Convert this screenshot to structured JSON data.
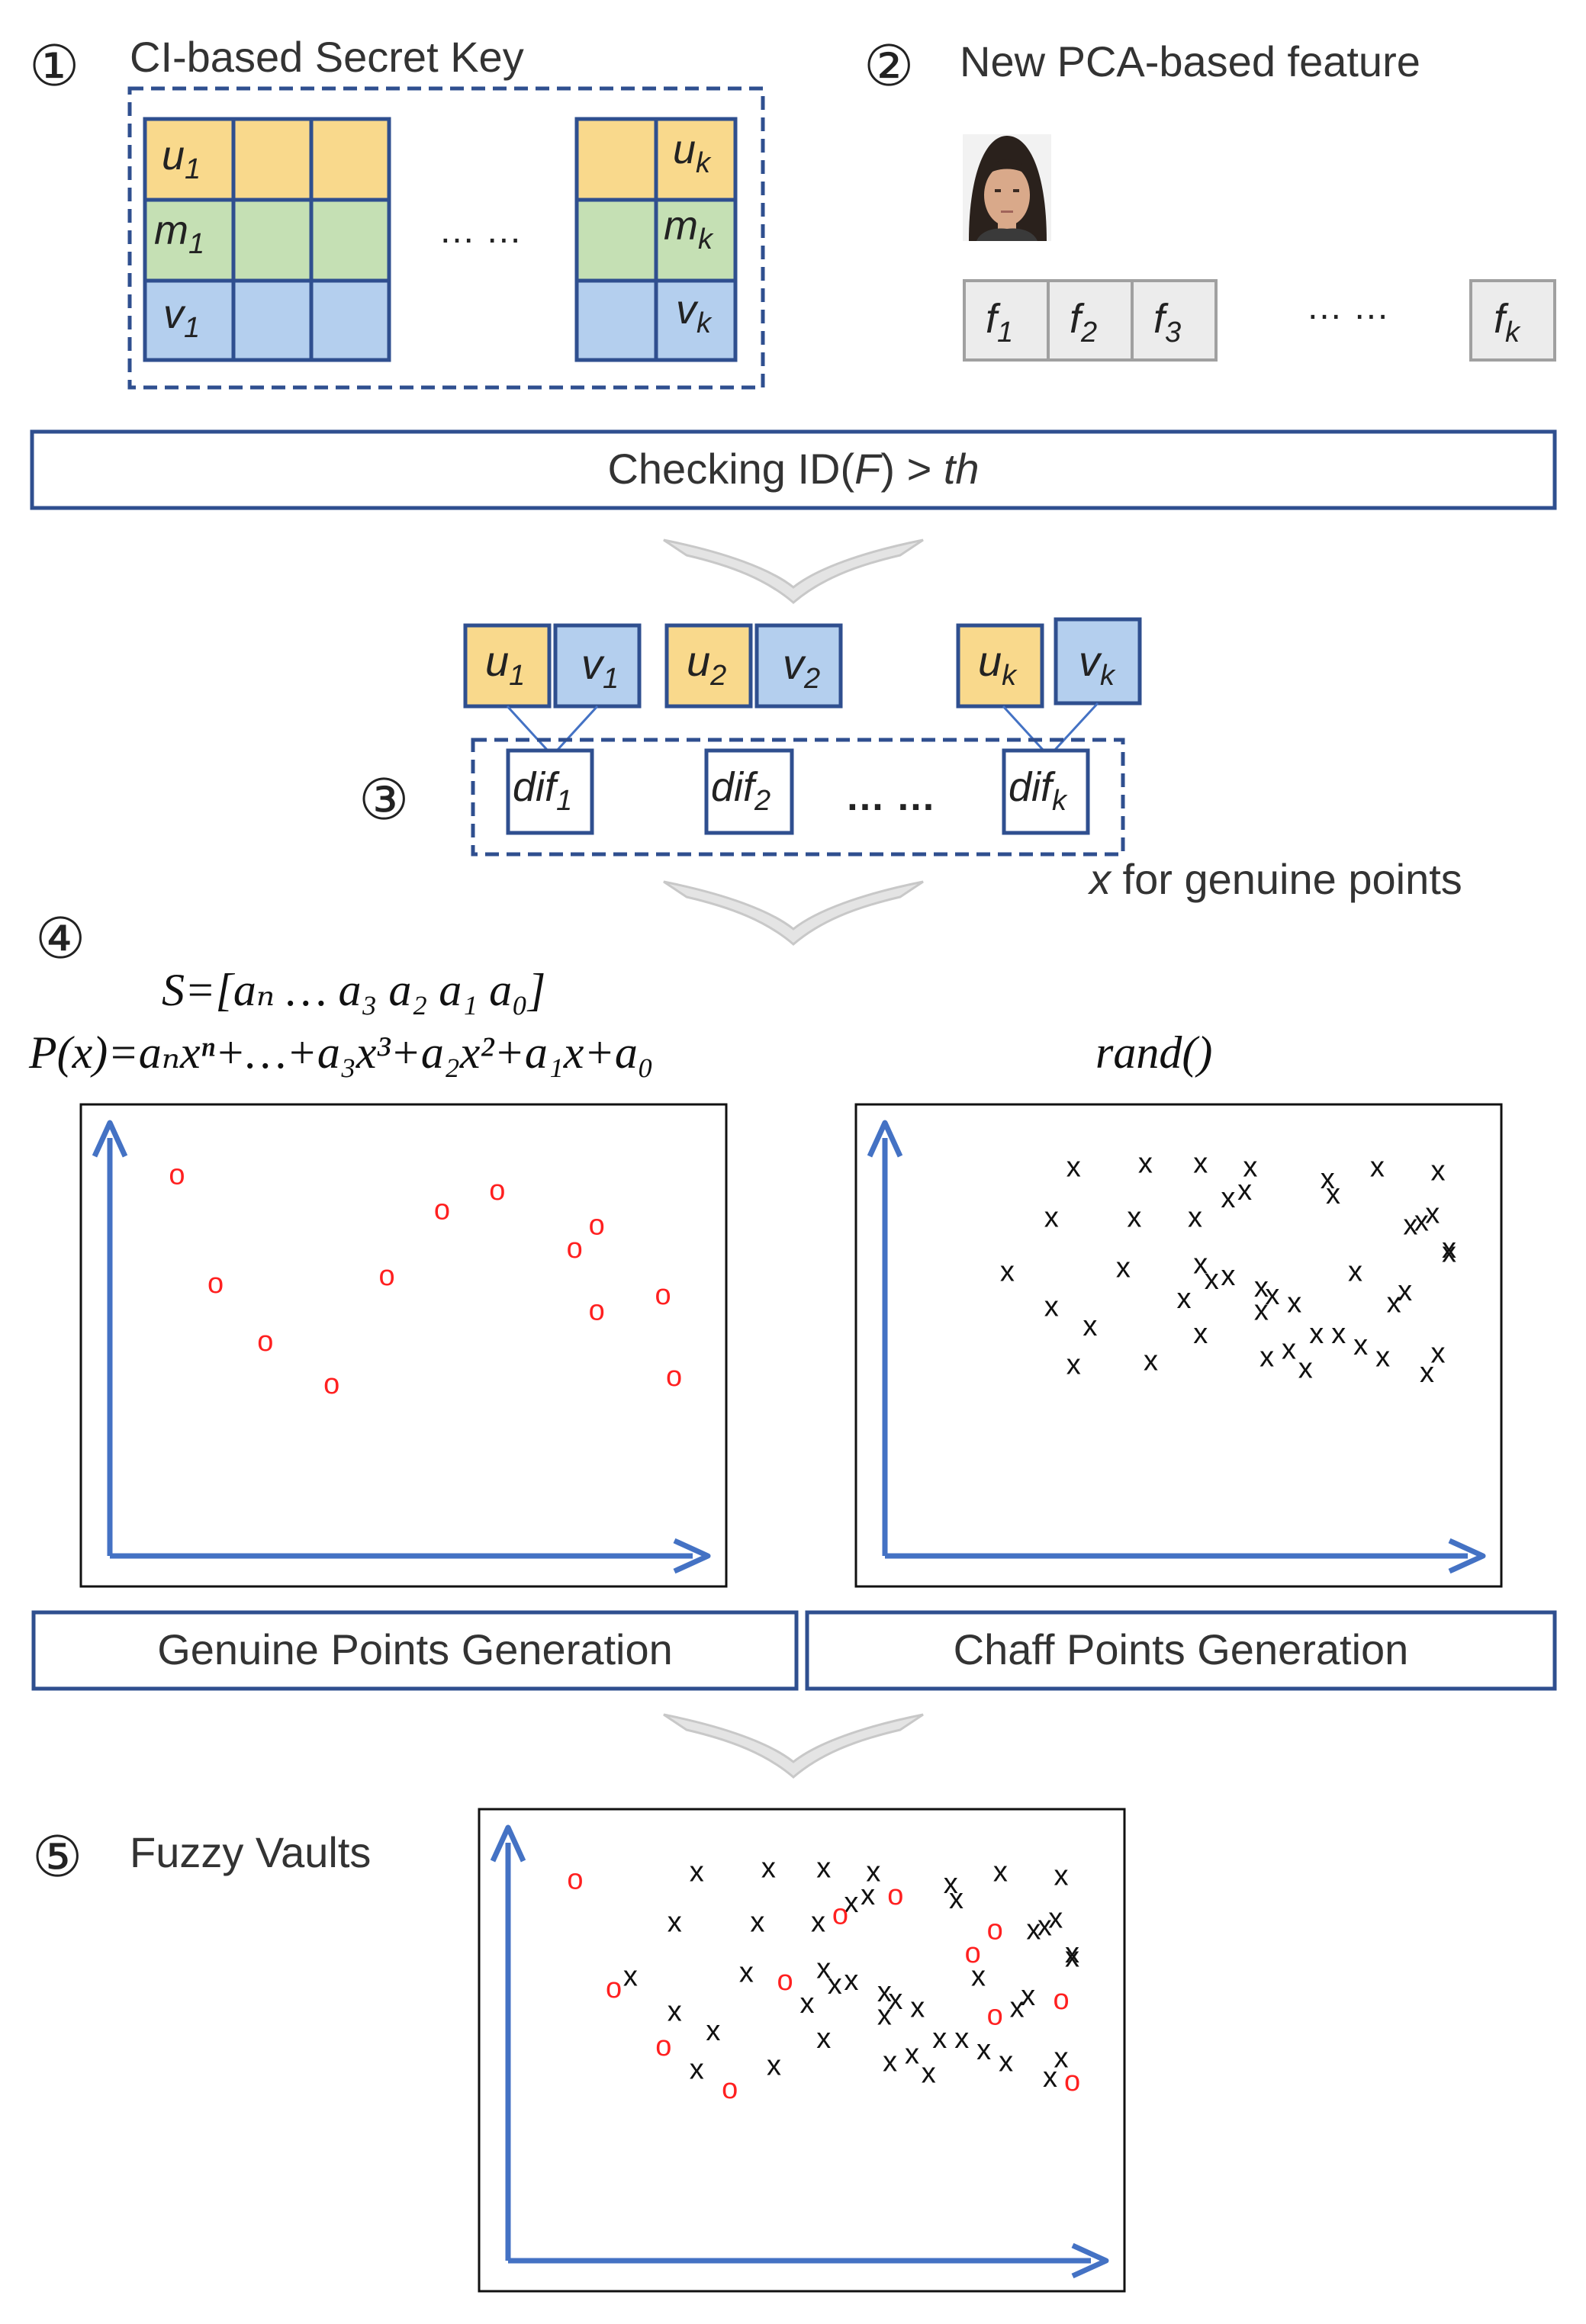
{
  "colors": {
    "frame_blue": "#2f4f8f",
    "axis_blue": "#4472c4",
    "yellow": "#f9d98c",
    "green": "#c5e0b4",
    "blue": "#b4cfee",
    "gray_box": "#ececec",
    "genuine_point": "#ff2020",
    "chaff_point": "#111111",
    "arrow_gray": "#c8c8c8"
  },
  "steps": {
    "s1": {
      "num": "①",
      "title": "CI-based Secret Key"
    },
    "s2": {
      "num": "②",
      "title": "New PCA-based feature"
    },
    "s3": {
      "num": "③"
    },
    "s4": {
      "num": "④"
    },
    "s5": {
      "num": "⑤",
      "title": "Fuzzy Vaults"
    }
  },
  "secret_key": {
    "first": {
      "u": "u",
      "u_sub": "1",
      "m": "m",
      "m_sub": "1",
      "v": "v",
      "v_sub": "1"
    },
    "last": {
      "u": "u",
      "u_sub": "k",
      "m": "m",
      "m_sub": "k",
      "v": "v",
      "v_sub": "k"
    },
    "ellipsis": "… …"
  },
  "feature": {
    "face_icon": "face-photo-icon",
    "cells": [
      {
        "base": "f",
        "sub": "1"
      },
      {
        "base": "f",
        "sub": "2"
      },
      {
        "base": "f",
        "sub": "3"
      }
    ],
    "ellipsis": "… …",
    "last": {
      "base": "f",
      "sub": "k"
    }
  },
  "checking": {
    "prefix": "Checking ID(",
    "var": "F",
    "middle": ") > ",
    "suffix": "th"
  },
  "pairs": [
    {
      "u": "u",
      "u_sub": "1",
      "v": "v",
      "v_sub": "1"
    },
    {
      "u": "u",
      "u_sub": "2",
      "v": "v",
      "v_sub": "2"
    },
    {
      "u": "u",
      "u_sub": "k",
      "v": "v",
      "v_sub": "k"
    }
  ],
  "difs": [
    {
      "base": "dif",
      "sub": "1"
    },
    {
      "base": "dif",
      "sub": "2"
    },
    {
      "base": "dif",
      "sub": "k"
    }
  ],
  "dif_ellipsis": "… …",
  "genuine_note": {
    "var": "x",
    "text": " for genuine points"
  },
  "formula": {
    "s_line": "S=[aₙ … a₃ a₂ a₁ a₀]",
    "p_line": "P(x)=aₙxⁿ+…+a₃x³+a₂x²+a₁x+a₀",
    "rand": "rand()"
  },
  "labels": {
    "genuine": "Genuine Points Generation",
    "chaff": "Chaff Points Generation"
  },
  "plots": {
    "genuine_marker": "o",
    "chaff_marker": "x",
    "genuine_points": [
      [
        0.08,
        0.92
      ],
      [
        0.15,
        0.64
      ],
      [
        0.24,
        0.49
      ],
      [
        0.36,
        0.38
      ],
      [
        0.46,
        0.66
      ],
      [
        0.56,
        0.83
      ],
      [
        0.66,
        0.88
      ],
      [
        0.8,
        0.73
      ],
      [
        0.84,
        0.79
      ],
      [
        0.96,
        0.61
      ],
      [
        0.84,
        0.57
      ],
      [
        0.98,
        0.4
      ]
    ],
    "chaff_points": [
      [
        0.18,
        0.67
      ],
      [
        0.26,
        0.58
      ],
      [
        0.3,
        0.43
      ],
      [
        0.33,
        0.53
      ],
      [
        0.41,
        0.81
      ],
      [
        0.5,
        0.6
      ],
      [
        0.52,
        0.81
      ],
      [
        0.53,
        0.51
      ],
      [
        0.55,
        0.65
      ],
      [
        0.58,
        0.66
      ],
      [
        0.61,
        0.88
      ],
      [
        0.64,
        0.57
      ],
      [
        0.64,
        0.63
      ],
      [
        0.65,
        0.45
      ],
      [
        0.66,
        0.61
      ],
      [
        0.69,
        0.47
      ],
      [
        0.72,
        0.42
      ],
      [
        0.74,
        0.51
      ],
      [
        0.77,
        0.87
      ],
      [
        0.81,
        0.67
      ],
      [
        0.86,
        0.45
      ],
      [
        0.9,
        0.62
      ],
      [
        0.91,
        0.79
      ],
      [
        0.93,
        0.8
      ],
      [
        0.95,
        0.82
      ],
      [
        0.96,
        0.93
      ],
      [
        0.94,
        0.41
      ],
      [
        0.96,
        0.46
      ],
      [
        0.98,
        0.72
      ],
      [
        0.98,
        0.73
      ],
      [
        0.3,
        0.94
      ],
      [
        0.39,
        0.68
      ],
      [
        0.44,
        0.44
      ],
      [
        0.53,
        0.69
      ],
      [
        0.53,
        0.95
      ],
      [
        0.58,
        0.86
      ],
      [
        0.62,
        0.94
      ],
      [
        0.78,
        0.51
      ],
      [
        0.82,
        0.48
      ],
      [
        0.88,
        0.59
      ],
      [
        0.85,
        0.94
      ],
      [
        0.76,
        0.91
      ],
      [
        0.7,
        0.59
      ],
      [
        0.26,
        0.81
      ],
      [
        0.43,
        0.95
      ]
    ]
  }
}
